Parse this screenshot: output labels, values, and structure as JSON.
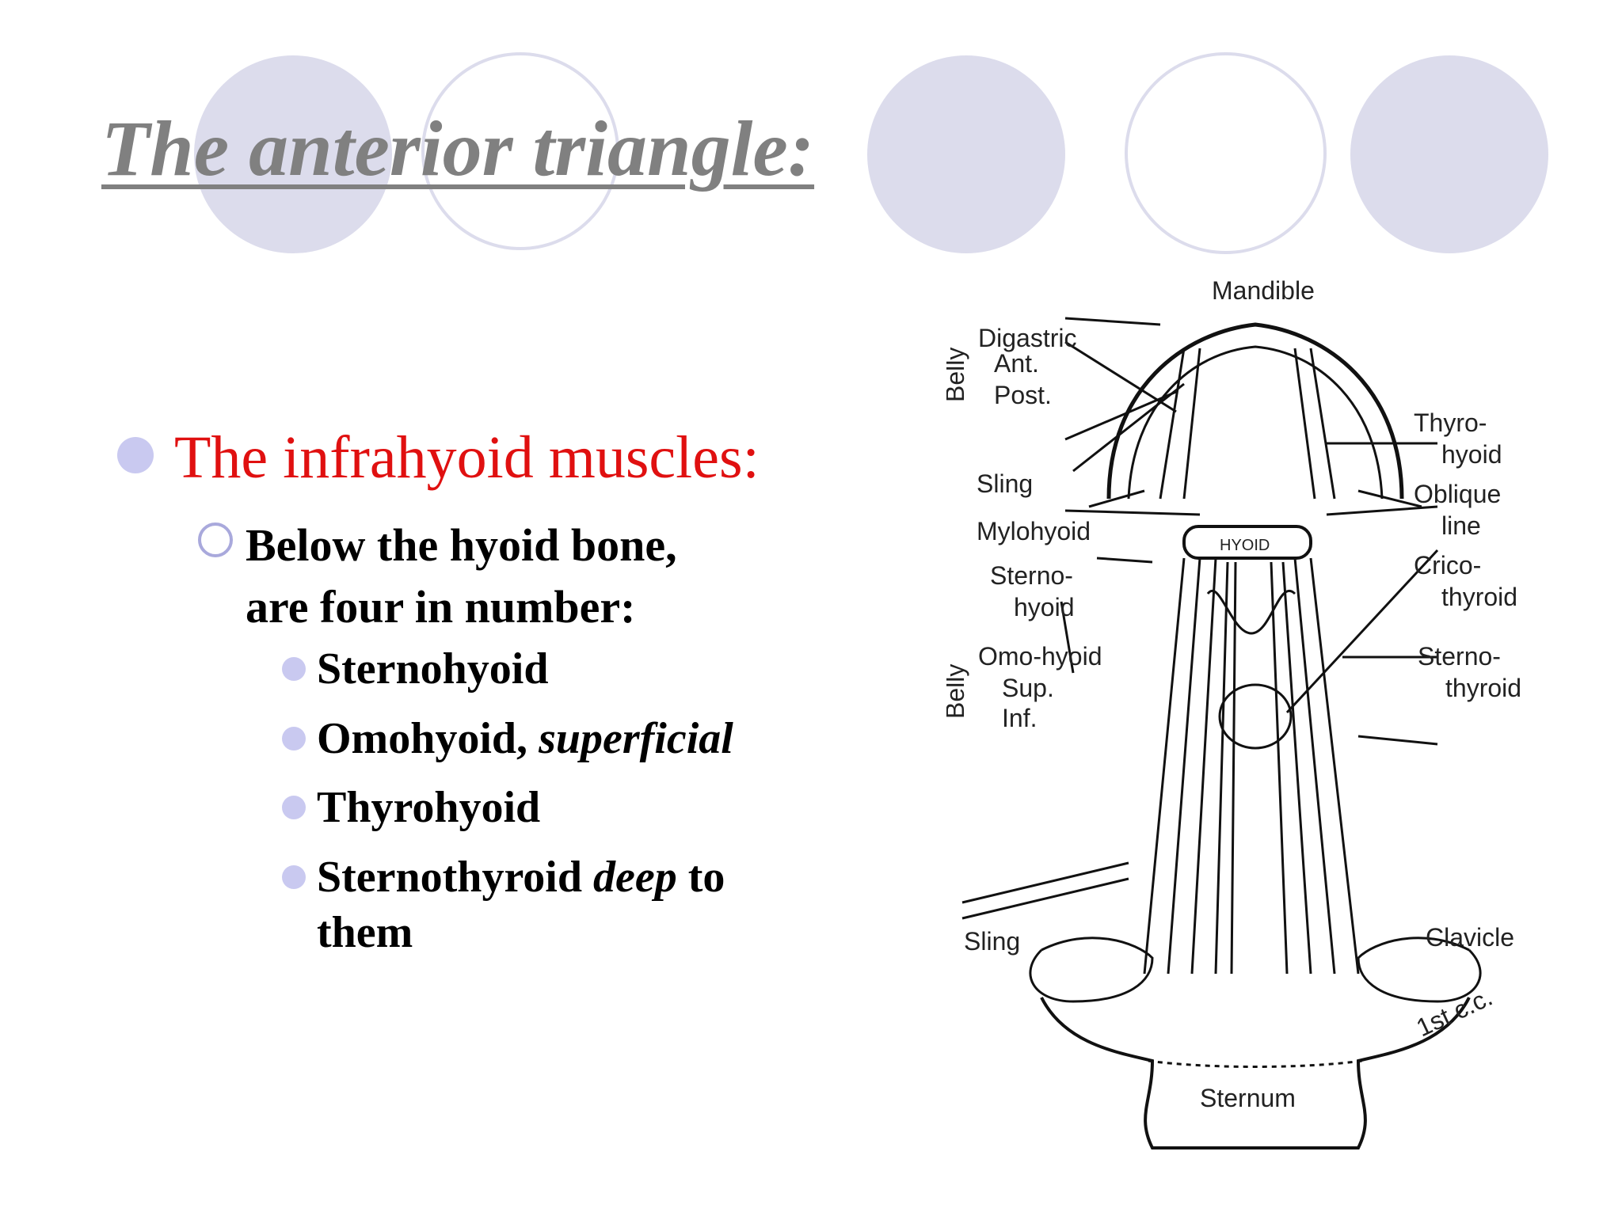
{
  "slide": {
    "title": "The anterior triangle:",
    "accent_colors": {
      "circle_fill": "#dcdcec",
      "bullet": "#c9c9f0",
      "heading_red": "#e01010",
      "title_gray": "#808080"
    },
    "level1": {
      "bullet_icon": "filled-circle-bullet",
      "text": "The infrahyoid muscles:"
    },
    "level2": {
      "bullet_icon": "hollow-circle-bullet",
      "line1": "Below the hyoid bone,",
      "line2": "are four in number:"
    },
    "level3": [
      {
        "name": "Sternohyoid"
      },
      {
        "name": "Omohyoid,",
        "qualifier": "superficial"
      },
      {
        "name": "Thyrohyoid"
      },
      {
        "name": "Sternothyroid",
        "qualifier": "deep",
        "suffix": " to",
        "line2": "them"
      }
    ]
  },
  "figure": {
    "labels": {
      "mandible": "Mandible",
      "digastric": "Digastric",
      "belly1": "Belly",
      "ant": "Ant.",
      "post": "Post.",
      "sling_top": "Sling",
      "mylohyoid": "Mylohyoid",
      "sternohyoid_1": "Sterno-",
      "sternohyoid_2": "hyoid",
      "omohyoid": "Omo-hyoid",
      "belly2": "Belly",
      "sup": "Sup.",
      "inf": "Inf.",
      "sling_bottom": "Sling",
      "hyoid": "HYOID",
      "thyrohyoid_1": "Thyro-",
      "thyrohyoid_2": "hyoid",
      "oblique_1": "Oblique",
      "oblique_2": "line",
      "cricothyroid_1": "Crico-",
      "cricothyroid_2": "thyroid",
      "sternothyroid_1": "Sterno-",
      "sternothyroid_2": "thyroid",
      "clavicle": "Clavicle",
      "first_cc": "1st c.c.",
      "sternum": "Sternum"
    }
  }
}
